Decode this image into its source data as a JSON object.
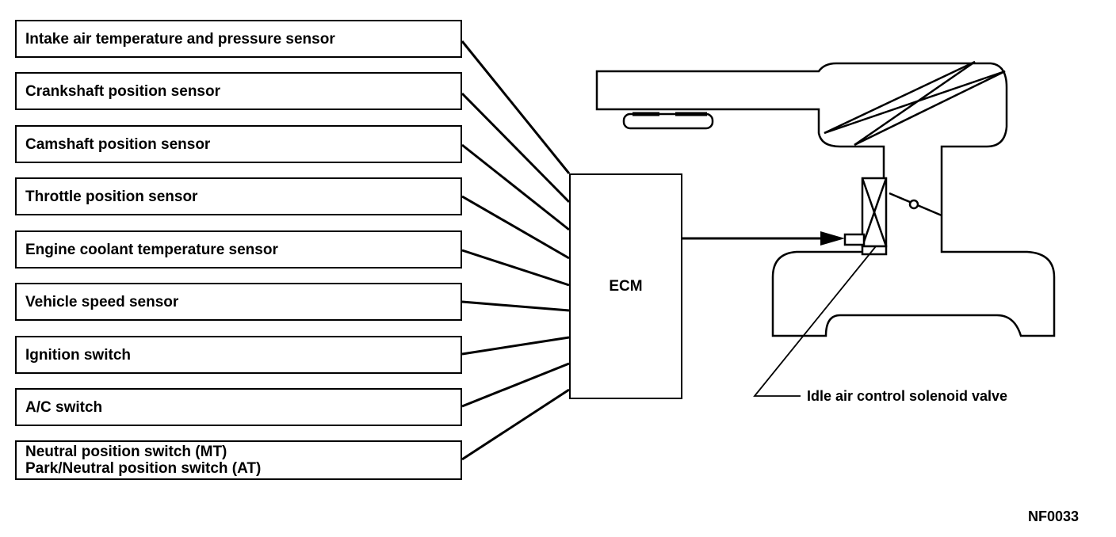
{
  "inputs": [
    {
      "lines": [
        "Intake air temperature and pressure sensor"
      ]
    },
    {
      "lines": [
        "Crankshaft position sensor"
      ]
    },
    {
      "lines": [
        "Camshaft position sensor"
      ]
    },
    {
      "lines": [
        "Throttle position sensor"
      ]
    },
    {
      "lines": [
        "Engine coolant temperature sensor"
      ]
    },
    {
      "lines": [
        "Vehicle speed sensor"
      ]
    },
    {
      "lines": [
        "Ignition switch"
      ]
    },
    {
      "lines": [
        "A/C switch"
      ]
    },
    {
      "lines": [
        "Neutral position switch (MT)",
        "Park/Neutral position switch (AT)"
      ]
    }
  ],
  "ecm": {
    "label": "ECM"
  },
  "valve": {
    "label": "Idle air control solenoid valve"
  },
  "figure_id": "NF0033"
}
